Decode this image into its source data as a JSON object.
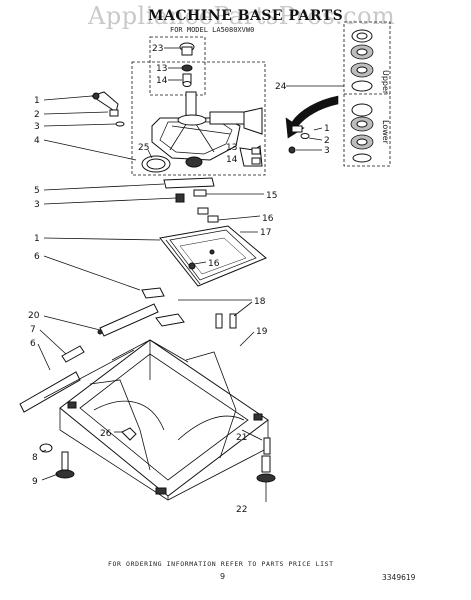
{
  "watermark": "AppliancePartsPros.com",
  "title": "MACHINE BASE PARTS",
  "subtitle": "FOR MODEL LA5080XVW0",
  "footer": "FOR ORDERING INFORMATION REFER TO PARTS PRICE LIST",
  "page_number": "9",
  "document_number": "3349619",
  "bearing_captions": {
    "upper": "Upper",
    "lower": "Lower"
  },
  "callouts": {
    "c1a": "1",
    "c2a": "2",
    "c3a": "3",
    "c4": "4",
    "c23": "23",
    "c13a": "13",
    "c14a": "14",
    "c24": "24",
    "c1b": "1",
    "c2b": "2",
    "c3b": "3",
    "c13b": "13",
    "c14b": "14",
    "c25": "25",
    "c5": "5",
    "c3c": "3",
    "c15": "15",
    "c16a": "16",
    "c1c": "1",
    "c6a": "6",
    "c17": "17",
    "c16b": "16",
    "c18": "18",
    "c19": "19",
    "c20": "20",
    "c7": "7",
    "c6b": "6",
    "c26": "26",
    "c21": "21",
    "c8": "8",
    "c9": "9",
    "c22": "22"
  }
}
